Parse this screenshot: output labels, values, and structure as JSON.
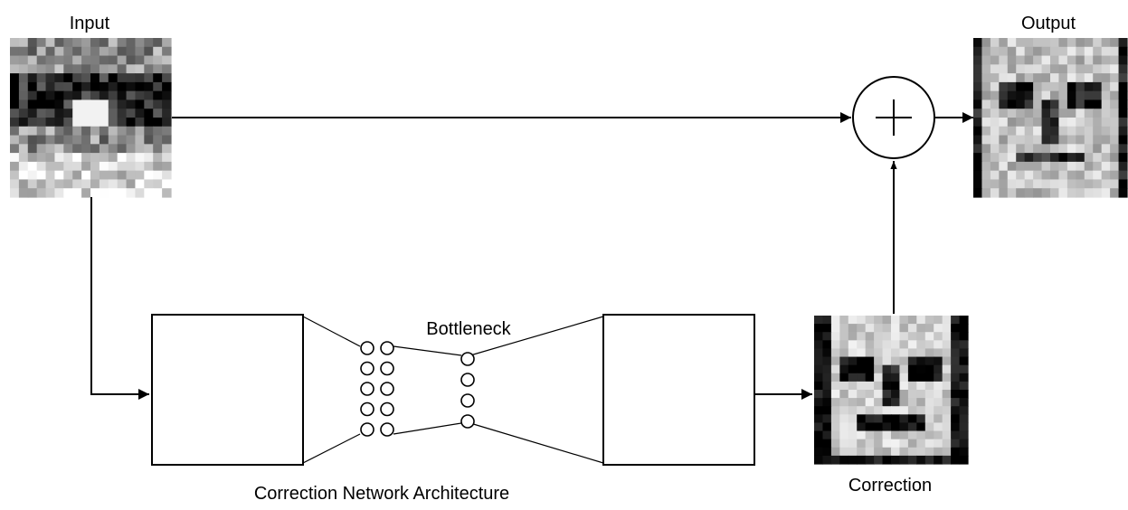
{
  "labels": {
    "input": "Input",
    "output": "Output",
    "bottleneck": "Bottleneck",
    "correction": "Correction",
    "architecture": "Correction Network Architecture"
  },
  "images": {
    "input_face_icon": "input-face-image",
    "output_face_icon": "output-face-image",
    "correction_face_icon": "correction-face-image"
  },
  "symbols": {
    "sum": "plus-icon"
  }
}
